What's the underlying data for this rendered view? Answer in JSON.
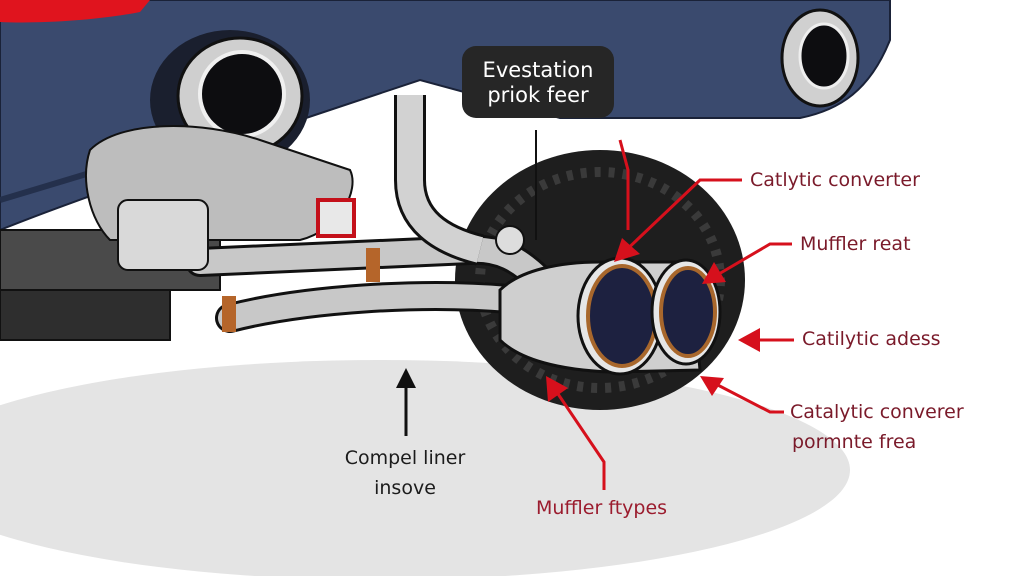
{
  "diagram": {
    "subject": "Car exhaust system (rear underside view)",
    "colors": {
      "body_blue": "#3a4a6e",
      "body_blue_dark": "#24304c",
      "tail_light_red": "#e0141e",
      "chrome": "#d8d8d8",
      "tire": "#1e1e1e",
      "ground_shadow": "#e6e6e6",
      "callout_red": "#d6101c",
      "label_text_red": "#7a1a2a",
      "tooltip_bg": "#262626"
    },
    "tooltip": {
      "line1": "Evestation",
      "line2": "priok feer"
    },
    "labels": [
      {
        "id": "catalytic-converter",
        "text": "Catlytic converter"
      },
      {
        "id": "muffler-reat",
        "text": "Muffler reat"
      },
      {
        "id": "catalytic-adess",
        "text": "Catilytic adess"
      },
      {
        "id": "catalytic-converter-2-line1",
        "text": "Catalytic converer"
      },
      {
        "id": "catalytic-converter-2-line2",
        "text": "pormnte frea"
      },
      {
        "id": "compel-liner-line1",
        "text": "Compel liner"
      },
      {
        "id": "compel-liner-line2",
        "text": "insove"
      },
      {
        "id": "muffler-types",
        "text": "Muffler ftypes"
      }
    ]
  }
}
